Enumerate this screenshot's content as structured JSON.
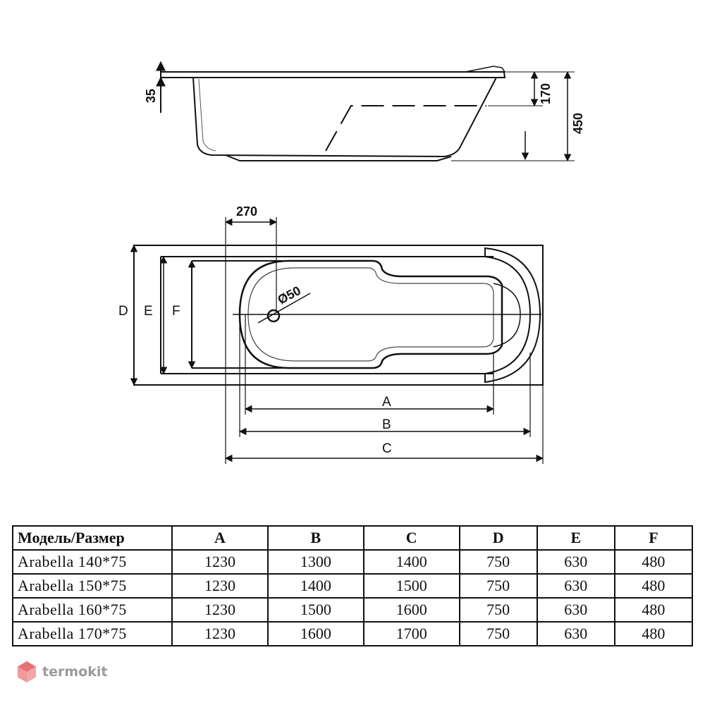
{
  "side_view": {
    "dim_rim": "35",
    "dim_depth": "170",
    "dim_height": "450"
  },
  "top_view": {
    "dim_offset": "270",
    "dim_drain": "Ø50",
    "label_d": "D",
    "label_e": "E",
    "label_f": "F",
    "label_a": "A",
    "label_b": "B",
    "label_c": "C"
  },
  "table": {
    "headers": [
      "Модель/Размер",
      "A",
      "B",
      "C",
      "D",
      "E",
      "F"
    ],
    "rows": [
      [
        "Arabella 140*75",
        "1230",
        "1300",
        "1400",
        "750",
        "630",
        "480"
      ],
      [
        "Arabella 150*75",
        "1230",
        "1400",
        "1500",
        "750",
        "630",
        "480"
      ],
      [
        "Arabella 160*75",
        "1230",
        "1500",
        "1600",
        "750",
        "630",
        "480"
      ],
      [
        "Arabella 170*75",
        "1230",
        "1600",
        "1700",
        "750",
        "630",
        "480"
      ]
    ]
  },
  "watermark": {
    "text": "termokit"
  }
}
